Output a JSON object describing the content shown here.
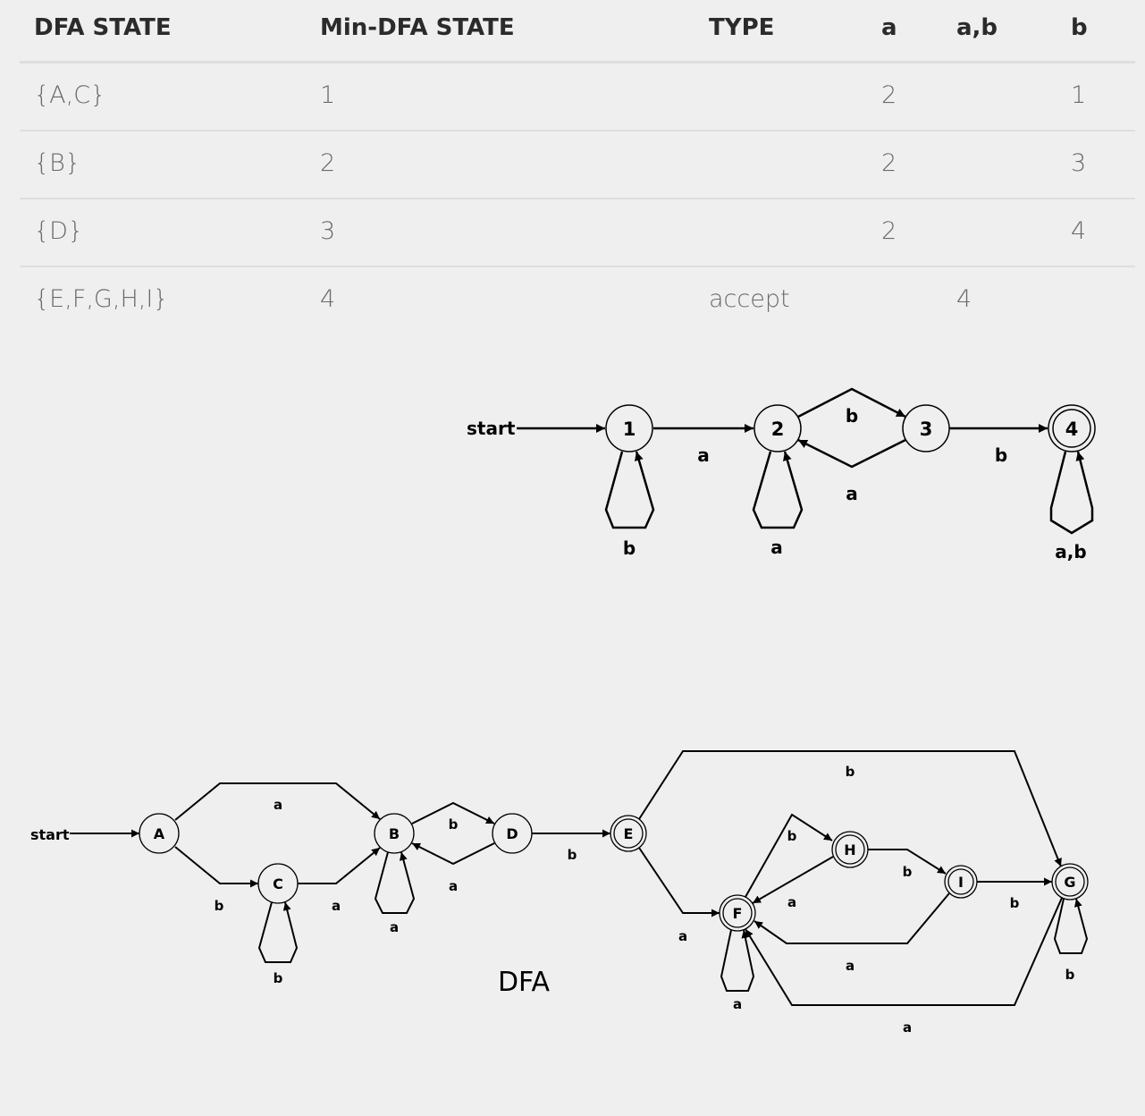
{
  "table": {
    "headers": [
      "DFA STATE",
      "Min-DFA STATE",
      "TYPE",
      "a",
      "a,b",
      "b"
    ],
    "rows": [
      [
        "{A,C}",
        "1",
        "",
        "2",
        "",
        "1"
      ],
      [
        "{B}",
        "2",
        "",
        "2",
        "",
        "3"
      ],
      [
        "{D}",
        "3",
        "",
        "2",
        "",
        "4"
      ],
      [
        "{E,F,G,H,I}",
        "4",
        "accept",
        "",
        "4",
        ""
      ]
    ]
  },
  "min_dfa": {
    "start_label": "start",
    "states": [
      "1",
      "2",
      "3",
      "4"
    ],
    "accepting": [
      "4"
    ],
    "transitions": [
      {
        "from": "1",
        "to": "1",
        "label": "b"
      },
      {
        "from": "1",
        "to": "2",
        "label": "a"
      },
      {
        "from": "2",
        "to": "2",
        "label": "a"
      },
      {
        "from": "2",
        "to": "3",
        "label": "b"
      },
      {
        "from": "3",
        "to": "2",
        "label": "a"
      },
      {
        "from": "3",
        "to": "4",
        "label": "b"
      },
      {
        "from": "4",
        "to": "4",
        "label": "a,b"
      }
    ]
  },
  "dfa": {
    "caption": "DFA",
    "start_label": "start",
    "states": [
      "A",
      "B",
      "C",
      "D",
      "E",
      "F",
      "G",
      "H",
      "I"
    ],
    "accepting": [
      "E",
      "F",
      "G",
      "H",
      "I"
    ],
    "transitions": [
      {
        "from": "A",
        "to": "B",
        "label": "a"
      },
      {
        "from": "A",
        "to": "C",
        "label": "b"
      },
      {
        "from": "C",
        "to": "C",
        "label": "b"
      },
      {
        "from": "C",
        "to": "B",
        "label": "a"
      },
      {
        "from": "B",
        "to": "B",
        "label": "a"
      },
      {
        "from": "B",
        "to": "D",
        "label": "b"
      },
      {
        "from": "D",
        "to": "B",
        "label": "a"
      },
      {
        "from": "D",
        "to": "E",
        "label": "b"
      },
      {
        "from": "E",
        "to": "G",
        "label": "b"
      },
      {
        "from": "E",
        "to": "F",
        "label": "a"
      },
      {
        "from": "F",
        "to": "F",
        "label": "a"
      },
      {
        "from": "F",
        "to": "H",
        "label": "b"
      },
      {
        "from": "H",
        "to": "F",
        "label": "a"
      },
      {
        "from": "H",
        "to": "I",
        "label": "b"
      },
      {
        "from": "I",
        "to": "F",
        "label": "a"
      },
      {
        "from": "I",
        "to": "G",
        "label": "b"
      },
      {
        "from": "G",
        "to": "G",
        "label": "b"
      },
      {
        "from": "G",
        "to": "F",
        "label": "a"
      }
    ]
  }
}
